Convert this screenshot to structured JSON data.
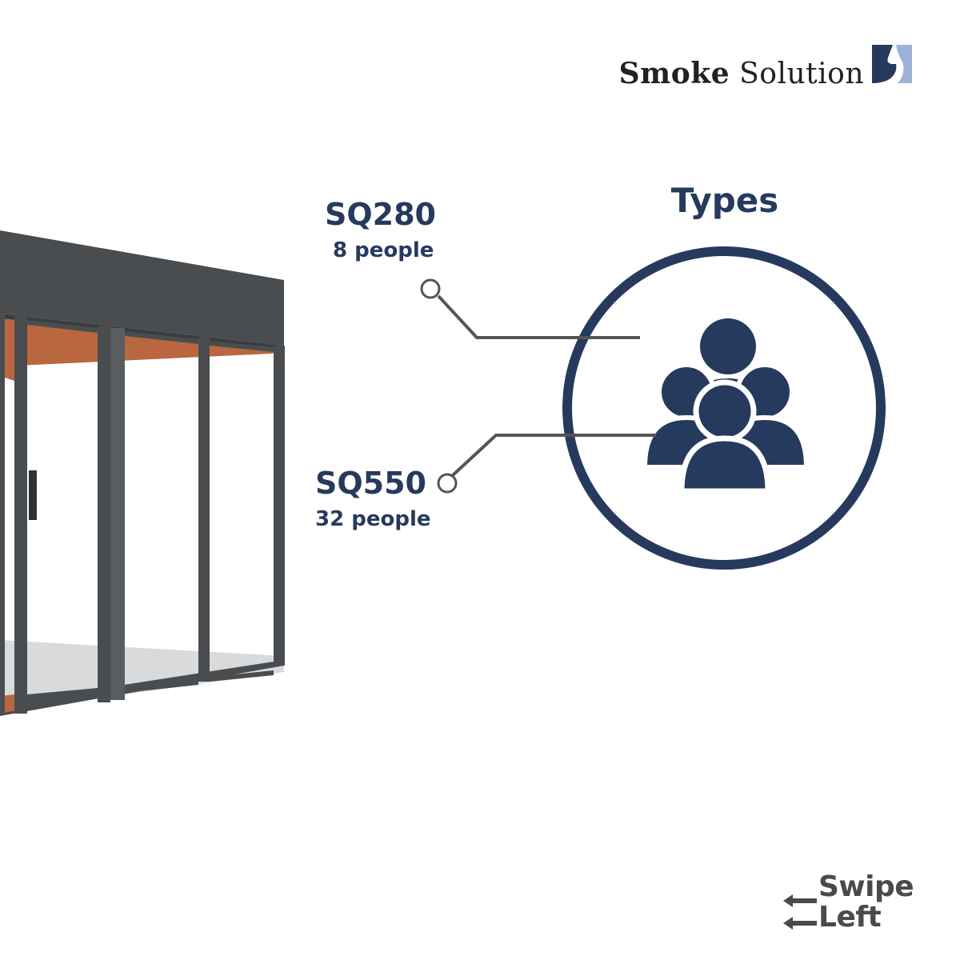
{
  "brand": {
    "name_bold": "Smoke",
    "name_light": "Solution",
    "logo_icon": "smoke-solution-logo-icon",
    "accent": "#253a5d"
  },
  "section": {
    "title": "Types",
    "icon": "people-group-icon"
  },
  "models": [
    {
      "name": "SQ280",
      "capacity": "8 people"
    },
    {
      "name": "SQ550",
      "capacity": "32 people"
    }
  ],
  "hint": {
    "line1": "Swipe",
    "line2": "Left",
    "icon": "swap-arrows-icon"
  },
  "colors": {
    "navy": "#253a5d",
    "frame": "#4a4d50",
    "wood": "#b8673f",
    "text_dark": "#222222"
  }
}
